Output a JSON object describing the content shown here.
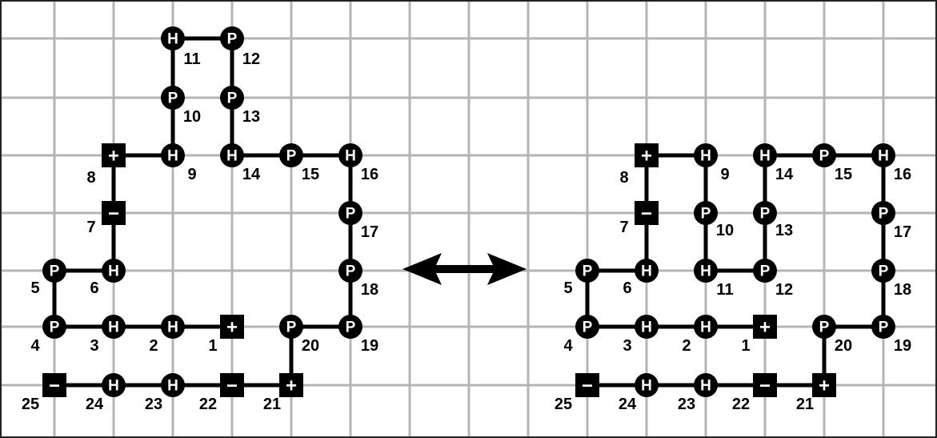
{
  "residue_labels": {
    "H": "H",
    "P": "P",
    "+": "+",
    "-": "−"
  },
  "arrow": {
    "description_glyph": "double-headed-arrow-icon"
  },
  "panels": [
    {
      "id": "left",
      "residues": [
        {
          "n": "1",
          "type": "+"
        },
        {
          "n": "2",
          "type": "H"
        },
        {
          "n": "3",
          "type": "H"
        },
        {
          "n": "4",
          "type": "P"
        },
        {
          "n": "5",
          "type": "P"
        },
        {
          "n": "6",
          "type": "H"
        },
        {
          "n": "7",
          "type": "-"
        },
        {
          "n": "8",
          "type": "+"
        },
        {
          "n": "9",
          "type": "H"
        },
        {
          "n": "10",
          "type": "P"
        },
        {
          "n": "11",
          "type": "H"
        },
        {
          "n": "12",
          "type": "P"
        },
        {
          "n": "13",
          "type": "P"
        },
        {
          "n": "14",
          "type": "H"
        },
        {
          "n": "15",
          "type": "P"
        },
        {
          "n": "16",
          "type": "H"
        },
        {
          "n": "17",
          "type": "P"
        },
        {
          "n": "18",
          "type": "P"
        },
        {
          "n": "19",
          "type": "P"
        },
        {
          "n": "20",
          "type": "P"
        },
        {
          "n": "21",
          "type": "+"
        },
        {
          "n": "22",
          "type": "-"
        },
        {
          "n": "23",
          "type": "H"
        },
        {
          "n": "24",
          "type": "H"
        },
        {
          "n": "25",
          "type": "-"
        }
      ]
    },
    {
      "id": "right",
      "residues": [
        {
          "n": "1",
          "type": "+"
        },
        {
          "n": "2",
          "type": "H"
        },
        {
          "n": "3",
          "type": "H"
        },
        {
          "n": "4",
          "type": "P"
        },
        {
          "n": "5",
          "type": "P"
        },
        {
          "n": "6",
          "type": "H"
        },
        {
          "n": "7",
          "type": "-"
        },
        {
          "n": "8",
          "type": "+"
        },
        {
          "n": "9",
          "type": "H"
        },
        {
          "n": "10",
          "type": "P"
        },
        {
          "n": "11",
          "type": "H"
        },
        {
          "n": "12",
          "type": "P"
        },
        {
          "n": "13",
          "type": "P"
        },
        {
          "n": "14",
          "type": "H"
        },
        {
          "n": "15",
          "type": "P"
        },
        {
          "n": "16",
          "type": "H"
        },
        {
          "n": "17",
          "type": "P"
        },
        {
          "n": "18",
          "type": "P"
        },
        {
          "n": "19",
          "type": "P"
        },
        {
          "n": "20",
          "type": "P"
        },
        {
          "n": "21",
          "type": "+"
        },
        {
          "n": "22",
          "type": "-"
        },
        {
          "n": "23",
          "type": "H"
        },
        {
          "n": "24",
          "type": "H"
        },
        {
          "n": "25",
          "type": "-"
        }
      ]
    }
  ]
}
